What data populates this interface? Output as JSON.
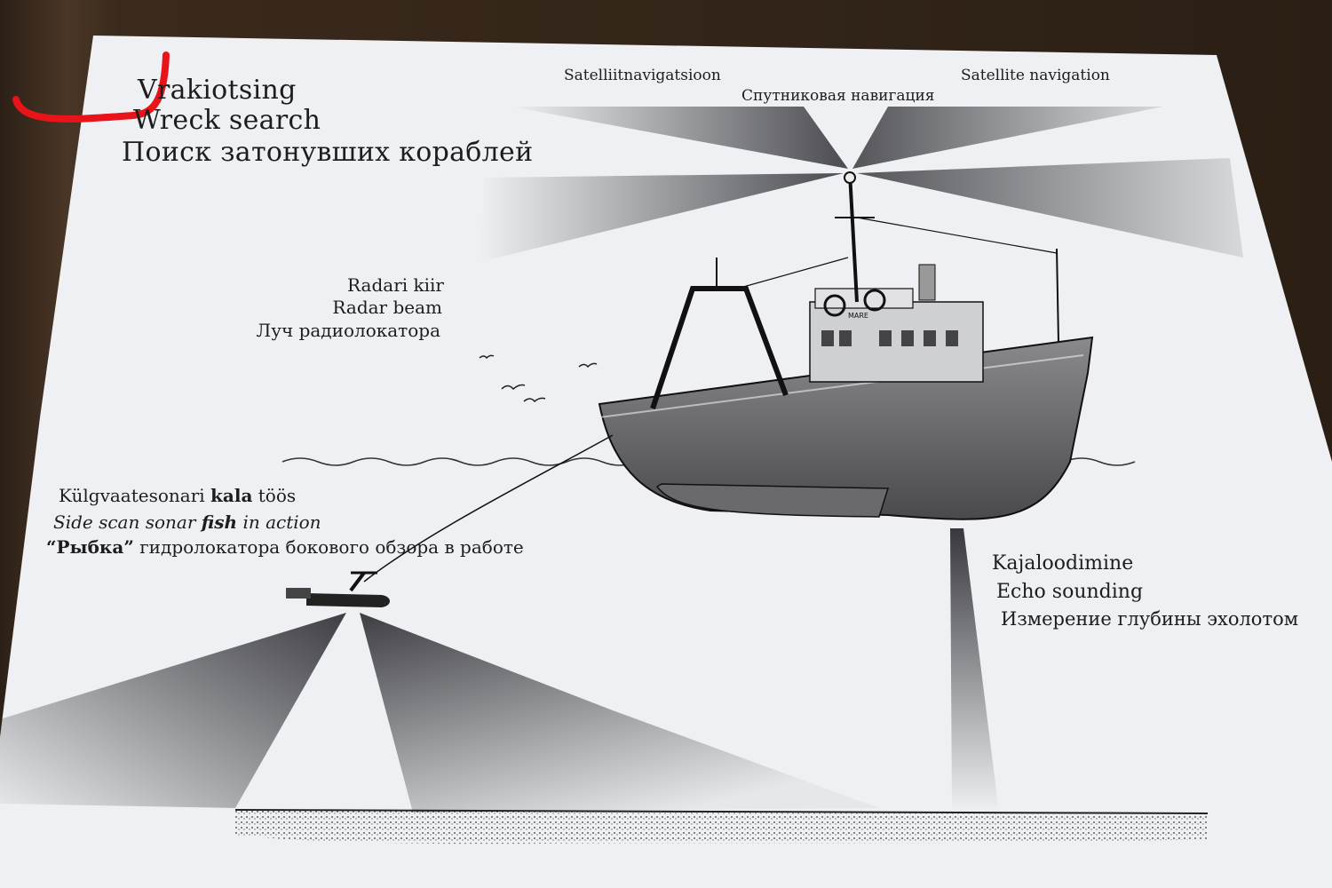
{
  "title": {
    "line1": "Vrakiotsing",
    "line2": "Wreck search",
    "line3": "Поиск затонувших кораблей"
  },
  "satellite": {
    "et": "Satelliitnavigatsioon",
    "ru": "Спутниковая навигация",
    "en": "Satellite navigation"
  },
  "radar": {
    "et": "Radari kiir",
    "en": "Radar beam",
    "ru": "Луч радиолокатора"
  },
  "sonar": {
    "et_pre": "Külgvaatesonari ",
    "et_bold": "kala",
    "et_post": " töös",
    "en_pre": "Side scan sonar ",
    "en_bold": "fish",
    "en_post": " in action",
    "ru_bold": "“Рыбка”",
    "ru_post": " гидролокатора бокового обзора в работе"
  },
  "echo": {
    "et": "Kajaloodimine",
    "en": "Echo sounding",
    "ru": "Измерение глубины эхолотом"
  },
  "ship": {
    "name": "MARE"
  },
  "colors": {
    "paper": "#eef0f3",
    "ink": "#1d1d1d",
    "beam_dark": "#3a3a3e",
    "marker_red": "#e8141a"
  }
}
